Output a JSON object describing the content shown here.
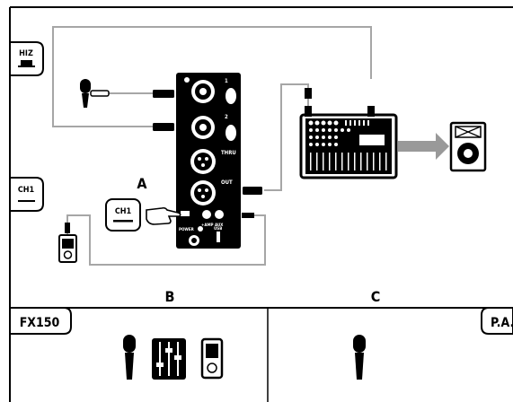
{
  "tabs": {
    "hiz": "HIZ",
    "ch1_left": "CH1",
    "ch1_button": "CH1",
    "fx150": "FX150",
    "pa": "P.A."
  },
  "labels": {
    "a": "A",
    "b": "B",
    "c": "C"
  },
  "unit": {
    "thru": "THRU",
    "out": "OUT",
    "amp": "+AMP",
    "aux": "AUX",
    "power": "POWER",
    "usb": "USB",
    "num1": "1",
    "num2": "2"
  },
  "colors": {
    "line": "#000000",
    "cable": "#a6a6a6",
    "arrow": "#999999"
  },
  "icons": [
    "microphone-icon",
    "xlr-cable-icon",
    "effects-unit-icon",
    "mixer-icon",
    "speaker-icon",
    "mp3-player-icon",
    "pointing-hand-icon",
    "fader-icon"
  ]
}
